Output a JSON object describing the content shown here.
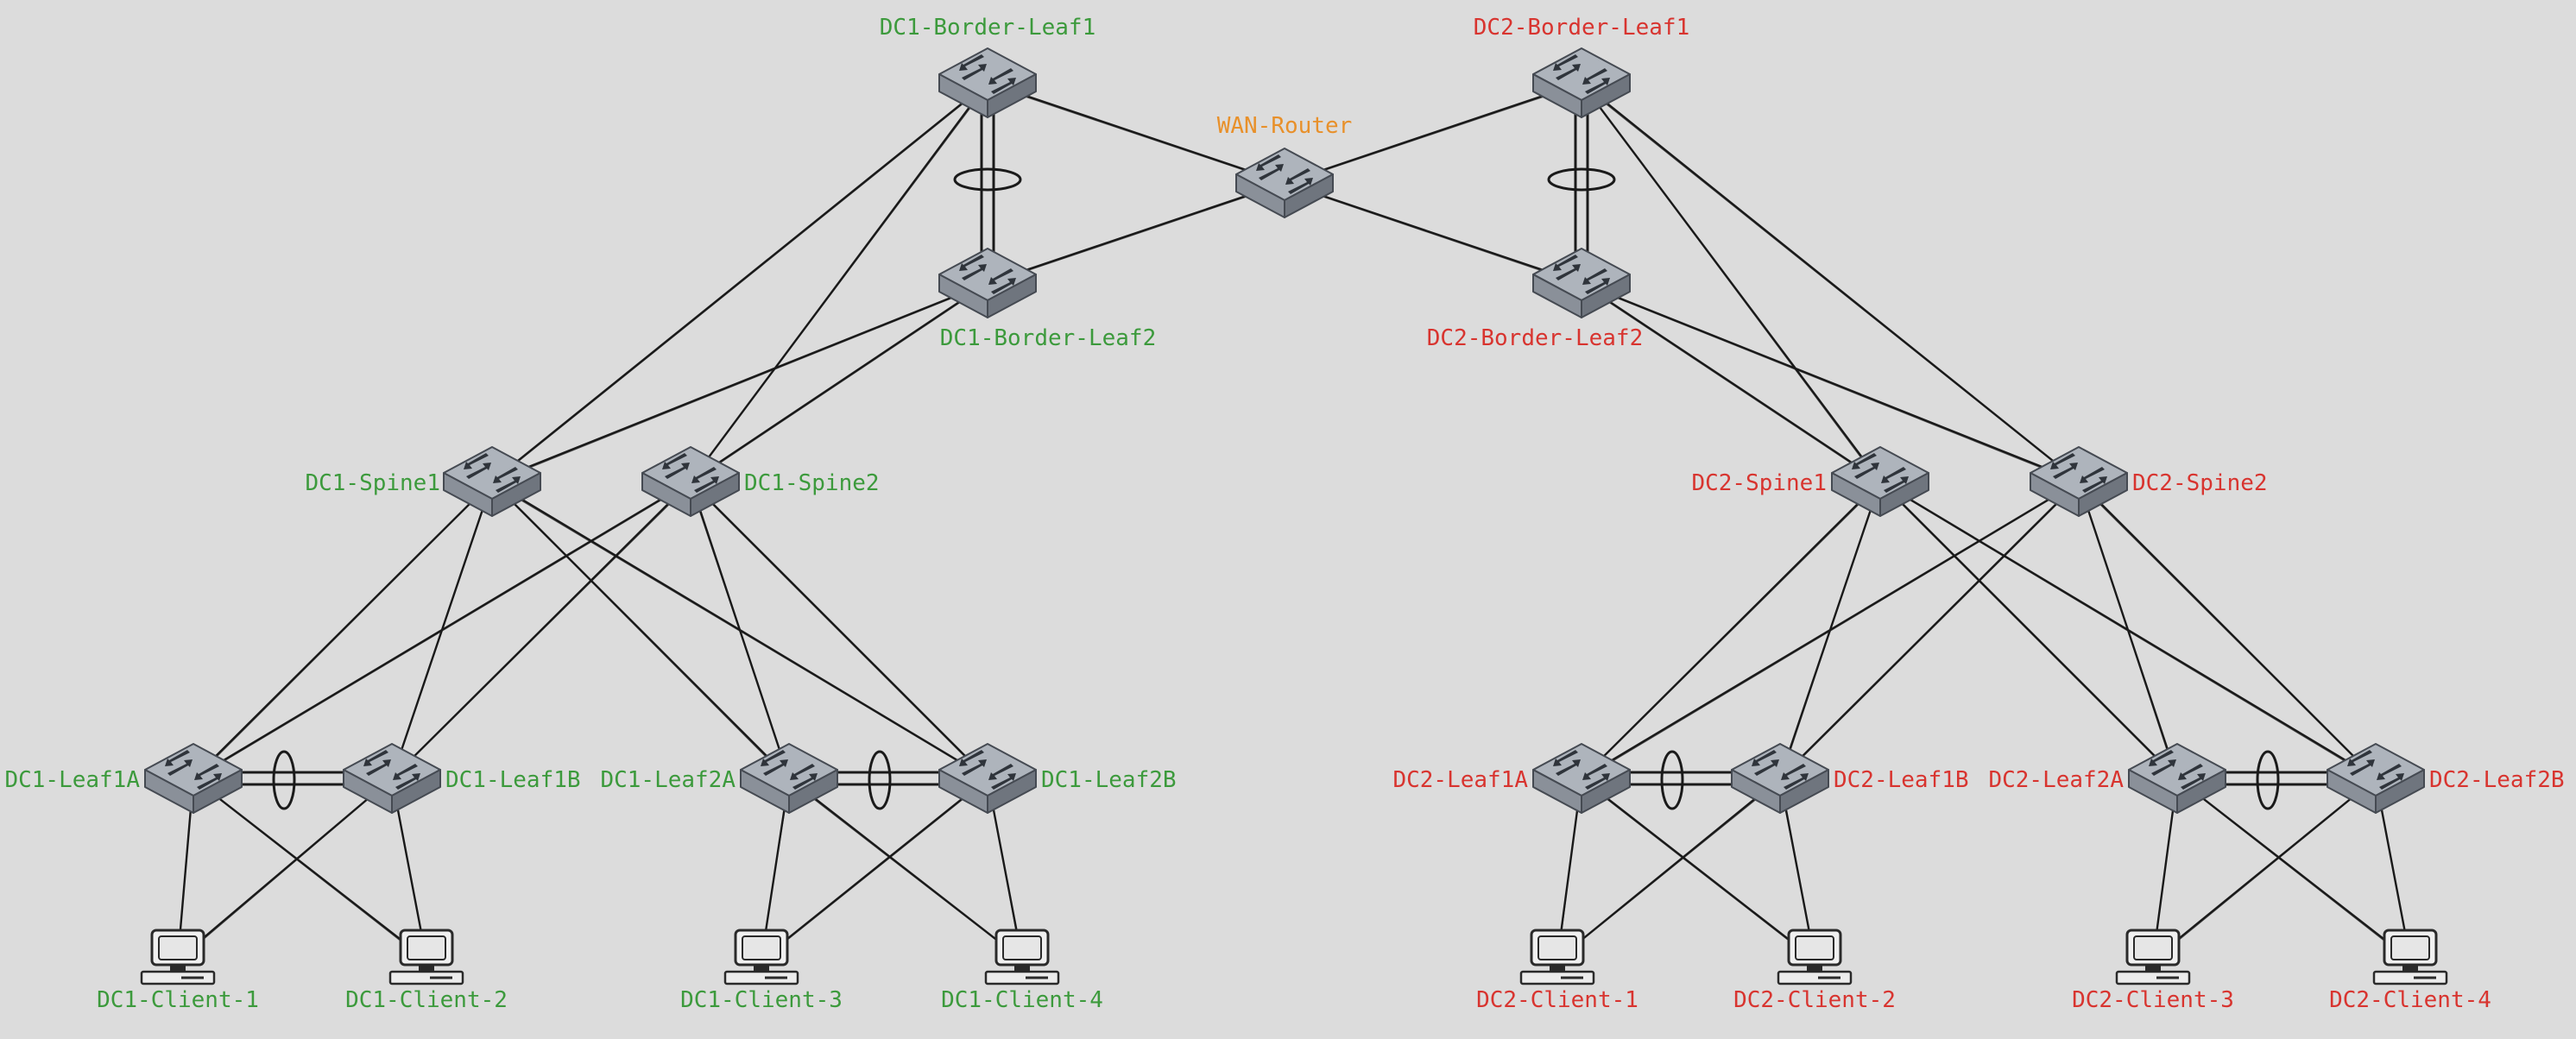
{
  "colors": {
    "dc1": "#3c9a3c",
    "dc2": "#d8342f",
    "wan": "#e8902a",
    "link": "#1a1a1a",
    "background": "#dcdcdc"
  },
  "nodes": {
    "wan_router": {
      "label": "WAN-Router",
      "type": "switch",
      "group": "wan"
    },
    "dc1_border_leaf1": {
      "label": "DC1-Border-Leaf1",
      "type": "switch",
      "group": "dc1"
    },
    "dc1_border_leaf2": {
      "label": "DC1-Border-Leaf2",
      "type": "switch",
      "group": "dc1"
    },
    "dc2_border_leaf1": {
      "label": "DC2-Border-Leaf1",
      "type": "switch",
      "group": "dc2"
    },
    "dc2_border_leaf2": {
      "label": "DC2-Border-Leaf2",
      "type": "switch",
      "group": "dc2"
    },
    "dc1_spine1": {
      "label": "DC1-Spine1",
      "type": "switch",
      "group": "dc1"
    },
    "dc1_spine2": {
      "label": "DC1-Spine2",
      "type": "switch",
      "group": "dc1"
    },
    "dc2_spine1": {
      "label": "DC2-Spine1",
      "type": "switch",
      "group": "dc2"
    },
    "dc2_spine2": {
      "label": "DC2-Spine2",
      "type": "switch",
      "group": "dc2"
    },
    "dc1_leaf1a": {
      "label": "DC1-Leaf1A",
      "type": "switch",
      "group": "dc1"
    },
    "dc1_leaf1b": {
      "label": "DC1-Leaf1B",
      "type": "switch",
      "group": "dc1"
    },
    "dc1_leaf2a": {
      "label": "DC1-Leaf2A",
      "type": "switch",
      "group": "dc1"
    },
    "dc1_leaf2b": {
      "label": "DC1-Leaf2B",
      "type": "switch",
      "group": "dc1"
    },
    "dc2_leaf1a": {
      "label": "DC2-Leaf1A",
      "type": "switch",
      "group": "dc2"
    },
    "dc2_leaf1b": {
      "label": "DC2-Leaf1B",
      "type": "switch",
      "group": "dc2"
    },
    "dc2_leaf2a": {
      "label": "DC2-Leaf2A",
      "type": "switch",
      "group": "dc2"
    },
    "dc2_leaf2b": {
      "label": "DC2-Leaf2B",
      "type": "switch",
      "group": "dc2"
    },
    "dc1_client1": {
      "label": "DC1-Client-1",
      "type": "client",
      "group": "dc1"
    },
    "dc1_client2": {
      "label": "DC1-Client-2",
      "type": "client",
      "group": "dc1"
    },
    "dc1_client3": {
      "label": "DC1-Client-3",
      "type": "client",
      "group": "dc1"
    },
    "dc1_client4": {
      "label": "DC1-Client-4",
      "type": "client",
      "group": "dc1"
    },
    "dc2_client1": {
      "label": "DC2-Client-1",
      "type": "client",
      "group": "dc2"
    },
    "dc2_client2": {
      "label": "DC2-Client-2",
      "type": "client",
      "group": "dc2"
    },
    "dc2_client3": {
      "label": "DC2-Client-3",
      "type": "client",
      "group": "dc2"
    },
    "dc2_client4": {
      "label": "DC2-Client-4",
      "type": "client",
      "group": "dc2"
    }
  },
  "links": [
    [
      "dc1_border_leaf1",
      "wan_router"
    ],
    [
      "dc1_border_leaf2",
      "wan_router"
    ],
    [
      "dc2_border_leaf1",
      "wan_router"
    ],
    [
      "dc2_border_leaf2",
      "wan_router"
    ],
    [
      "dc1_border_leaf1",
      "dc1_spine1"
    ],
    [
      "dc1_border_leaf1",
      "dc1_spine2"
    ],
    [
      "dc1_border_leaf2",
      "dc1_spine1"
    ],
    [
      "dc1_border_leaf2",
      "dc1_spine2"
    ],
    [
      "dc2_border_leaf1",
      "dc2_spine1"
    ],
    [
      "dc2_border_leaf1",
      "dc2_spine2"
    ],
    [
      "dc2_border_leaf2",
      "dc2_spine1"
    ],
    [
      "dc2_border_leaf2",
      "dc2_spine2"
    ],
    [
      "dc1_spine1",
      "dc1_leaf1a"
    ],
    [
      "dc1_spine1",
      "dc1_leaf1b"
    ],
    [
      "dc1_spine1",
      "dc1_leaf2a"
    ],
    [
      "dc1_spine1",
      "dc1_leaf2b"
    ],
    [
      "dc1_spine2",
      "dc1_leaf1a"
    ],
    [
      "dc1_spine2",
      "dc1_leaf1b"
    ],
    [
      "dc1_spine2",
      "dc1_leaf2a"
    ],
    [
      "dc1_spine2",
      "dc1_leaf2b"
    ],
    [
      "dc2_spine1",
      "dc2_leaf1a"
    ],
    [
      "dc2_spine1",
      "dc2_leaf1b"
    ],
    [
      "dc2_spine1",
      "dc2_leaf2a"
    ],
    [
      "dc2_spine1",
      "dc2_leaf2b"
    ],
    [
      "dc2_spine2",
      "dc2_leaf1a"
    ],
    [
      "dc2_spine2",
      "dc2_leaf1b"
    ],
    [
      "dc2_spine2",
      "dc2_leaf2a"
    ],
    [
      "dc2_spine2",
      "dc2_leaf2b"
    ],
    [
      "dc1_leaf1a",
      "dc1_client1"
    ],
    [
      "dc1_leaf1a",
      "dc1_client2"
    ],
    [
      "dc1_leaf1b",
      "dc1_client1"
    ],
    [
      "dc1_leaf1b",
      "dc1_client2"
    ],
    [
      "dc1_leaf2a",
      "dc1_client3"
    ],
    [
      "dc1_leaf2a",
      "dc1_client4"
    ],
    [
      "dc1_leaf2b",
      "dc1_client3"
    ],
    [
      "dc1_leaf2b",
      "dc1_client4"
    ],
    [
      "dc2_leaf1a",
      "dc2_client1"
    ],
    [
      "dc2_leaf1a",
      "dc2_client2"
    ],
    [
      "dc2_leaf1b",
      "dc2_client1"
    ],
    [
      "dc2_leaf1b",
      "dc2_client2"
    ],
    [
      "dc2_leaf2a",
      "dc2_client3"
    ],
    [
      "dc2_leaf2a",
      "dc2_client4"
    ],
    [
      "dc2_leaf2b",
      "dc2_client3"
    ],
    [
      "dc2_leaf2b",
      "dc2_client4"
    ]
  ],
  "mlag_pairs": [
    [
      "dc1_border_leaf1",
      "dc1_border_leaf2"
    ],
    [
      "dc2_border_leaf1",
      "dc2_border_leaf2"
    ],
    [
      "dc1_leaf1a",
      "dc1_leaf1b"
    ],
    [
      "dc1_leaf2a",
      "dc1_leaf2b"
    ],
    [
      "dc2_leaf1a",
      "dc2_leaf1b"
    ],
    [
      "dc2_leaf2a",
      "dc2_leaf2b"
    ]
  ],
  "icons": {
    "switch": "network-switch-icon",
    "client": "computer-terminal-icon"
  }
}
